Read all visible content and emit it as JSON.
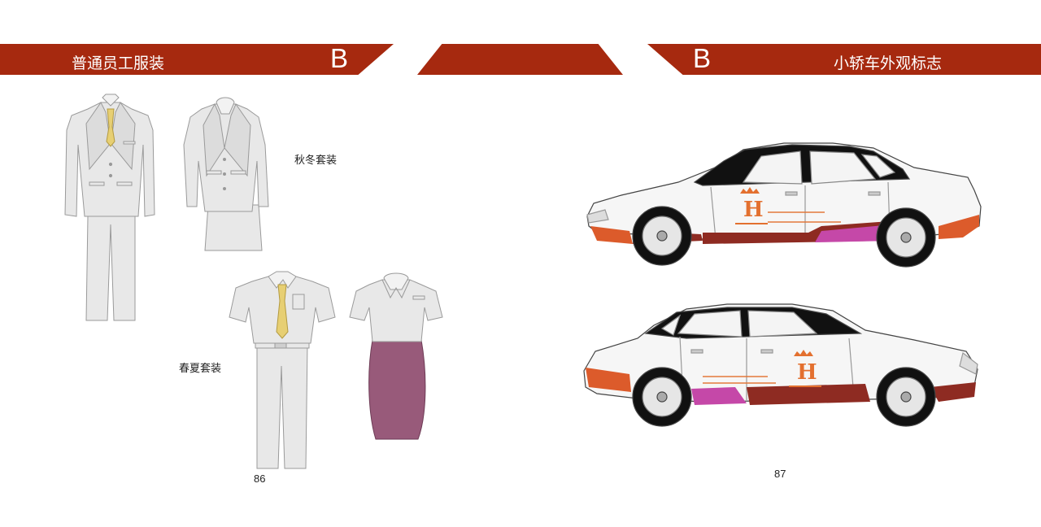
{
  "left_page": {
    "header_title": "普通员工服装",
    "section_letter": "B",
    "caption_autumn_winter": "秋冬套装",
    "caption_spring_summer": "春夏套装",
    "page_number": "86"
  },
  "right_page": {
    "header_title": "小轿车外观标志",
    "section_letter": "B",
    "page_number": "87"
  },
  "colors": {
    "banner": "#a6290f",
    "garment_gray": "#e8e8e8",
    "skirt_purple": "#985a7a",
    "tie_gold": "#e7cf73",
    "car_maroon": "#8e2b22",
    "car_orange": "#dc5b2b",
    "car_magenta": "#c548a8",
    "logo_orange": "#e3702f"
  }
}
